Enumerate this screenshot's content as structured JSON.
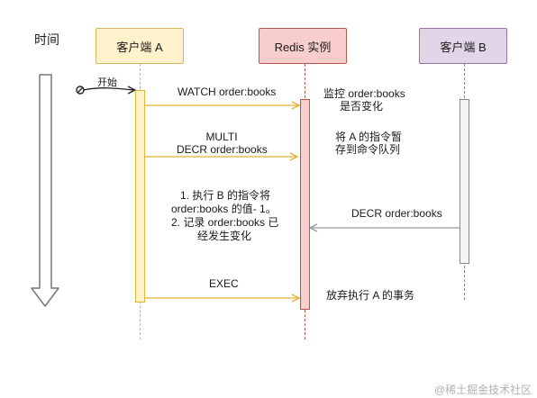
{
  "time_label": "时间",
  "participants": {
    "client_a": "客户端 A",
    "redis": "Redis 实例",
    "client_b": "客户端 B"
  },
  "start_label": "开始",
  "messages": {
    "watch": "WATCH order:books",
    "multi": "MULTI",
    "decr_a": "DECR order:books",
    "decr_b": "DECR order:books",
    "exec": "EXEC"
  },
  "notes": {
    "watch_note": [
      "监控 order:books",
      "是否变化"
    ],
    "queue_note": [
      "将 A 的指令暂",
      "存到命令队列"
    ],
    "b_exec_note": [
      "1. 执行 B 的指令将",
      "order:books 的值- 1。",
      "2. 记录 order:books 已",
      "经发生变化"
    ],
    "discard_note": "放弃执行 A 的事务"
  },
  "watermark": "@稀土掘金技术社区",
  "colors": {
    "client_a_fill": "#fff2cc",
    "client_a_stroke": "#d6b656",
    "redis_fill": "#f8cecc",
    "redis_stroke": "#b85450",
    "client_b_fill": "#e1d5e7",
    "client_b_stroke": "#9673a6",
    "arrow_a": "#e0b030",
    "arrow_b": "#999999"
  }
}
